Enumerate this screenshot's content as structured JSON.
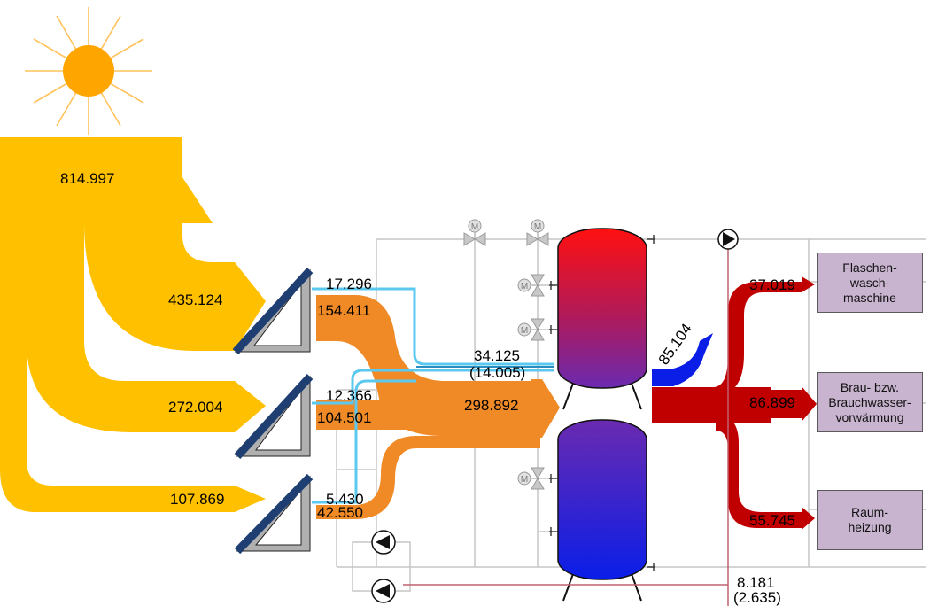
{
  "sankey": {
    "solar_total": "814.997",
    "collector_solar": [
      "435.124",
      "272.004",
      "107.869"
    ],
    "collector_heat": [
      "154.411",
      "104.501",
      "42.550"
    ],
    "return_flows": [
      "17.296",
      "12.366",
      "5.430"
    ],
    "loss_label": "34.125",
    "loss_sub_label": "(14.005)",
    "storage_input": "298.892",
    "fresh_water": "85.104",
    "consumer_flows": [
      "37.019",
      "86.899",
      "55.745"
    ],
    "pipe_loss": "8.181",
    "pipe_loss_sub": "(2.635)"
  },
  "consumers": [
    {
      "label": "Flaschen-\nwasch-\nmaschine"
    },
    {
      "label": "Brau- bzw.\nBrauchwasser-\nvorwärmung"
    },
    {
      "label": "Raum-\nheizung"
    }
  ],
  "colors": {
    "solar": "#ffc000",
    "heat": "#f08a26",
    "return": "#5bc8f0",
    "hot": "#c00000",
    "cold": "#0a1ee8",
    "sun": "#ffa500",
    "sun_rays": "#ffc25c",
    "piping": "#c6c6c6"
  }
}
